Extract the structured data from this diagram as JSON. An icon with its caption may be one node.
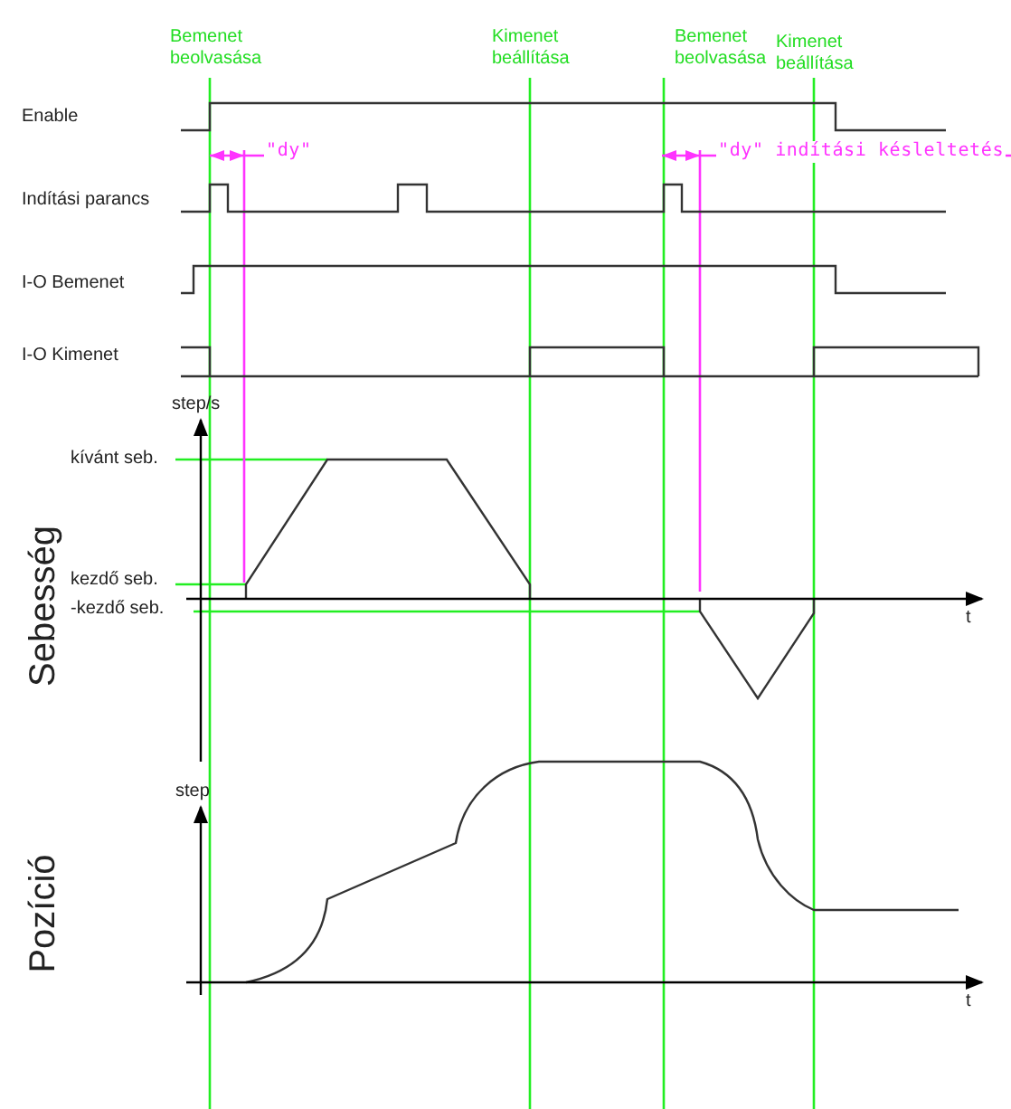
{
  "diagram": {
    "labels": [
      "Bemenet beolvasása",
      "Kimenet beállítása",
      "Bemenet beolvasása",
      "Kimenet beállítása",
      "Enable",
      "\"dy\"",
      "\"dy\" indítási késleltetés",
      "Indítási parancs",
      "I-O Bemenet",
      "I-O Kimenet",
      "step/s",
      "kívánt seb.",
      "kezdő seb.",
      "-kezdő seb.",
      "t",
      "Sebesség",
      "step",
      "Pozíció",
      "t"
    ]
  }
}
